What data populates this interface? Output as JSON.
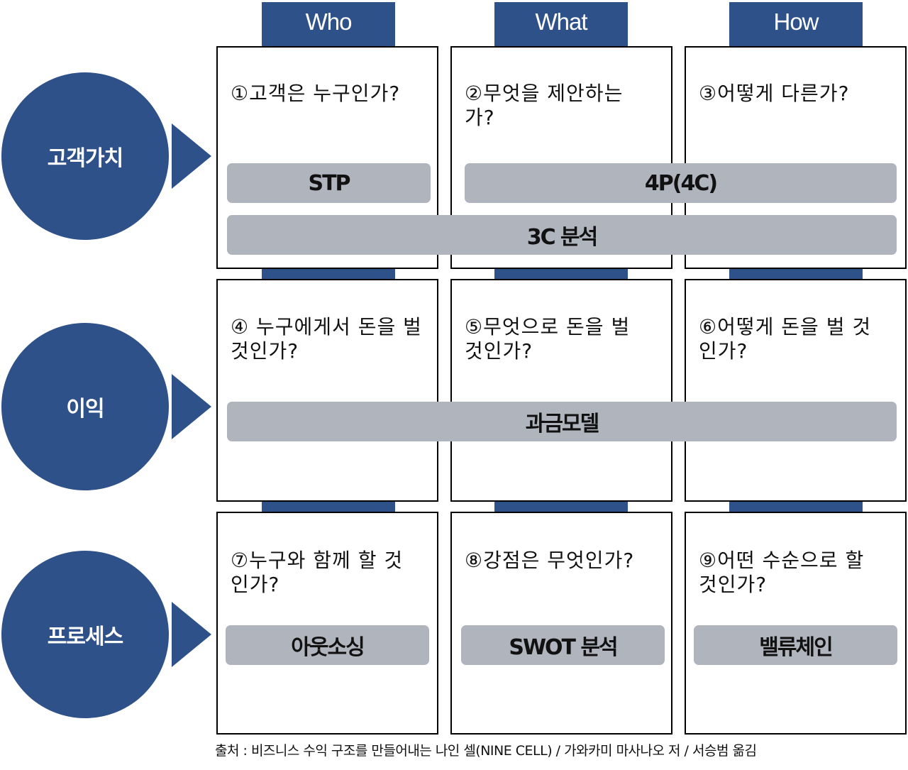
{
  "columns": {
    "who": "Who",
    "what": "What",
    "how": "How"
  },
  "rows": {
    "customer_value": "고객가치",
    "profit": "이익",
    "process": "프로세스"
  },
  "cells": {
    "c1": "①고객은 누구인가?",
    "c2": "②무엇을 제안하는 가?",
    "c3": "③어떻게 다른가?",
    "c4": "④ 누구에게서 돈을 벌 것인가?",
    "c5": "⑤무엇으로 돈을 벌 것인가?",
    "c6": "⑥어떻게 돈을 벌 것 인가?",
    "c7": "⑦누구와 함께 할 것 인가?",
    "c8": "⑧강점은 무엇인가?",
    "c9": "⑨어떤 수순으로 할 것인가?"
  },
  "tags": {
    "stp": "STP",
    "four_p": "4P(4C)",
    "three_c": "3C 분석",
    "pricing": "과금모델",
    "outsourcing": "아웃소싱",
    "swot": "SWOT 분석",
    "value_chain": "밸류체인"
  },
  "source": "출처 : 비즈니스 수익 구조를 만들어내는 나인 셀(NINE CELL) / 가와카미 마사나오 저 / 서승범 옮김",
  "colors": {
    "navy": "#2f5189",
    "tag_gray": "#b0b4bc",
    "border": "#000000"
  }
}
